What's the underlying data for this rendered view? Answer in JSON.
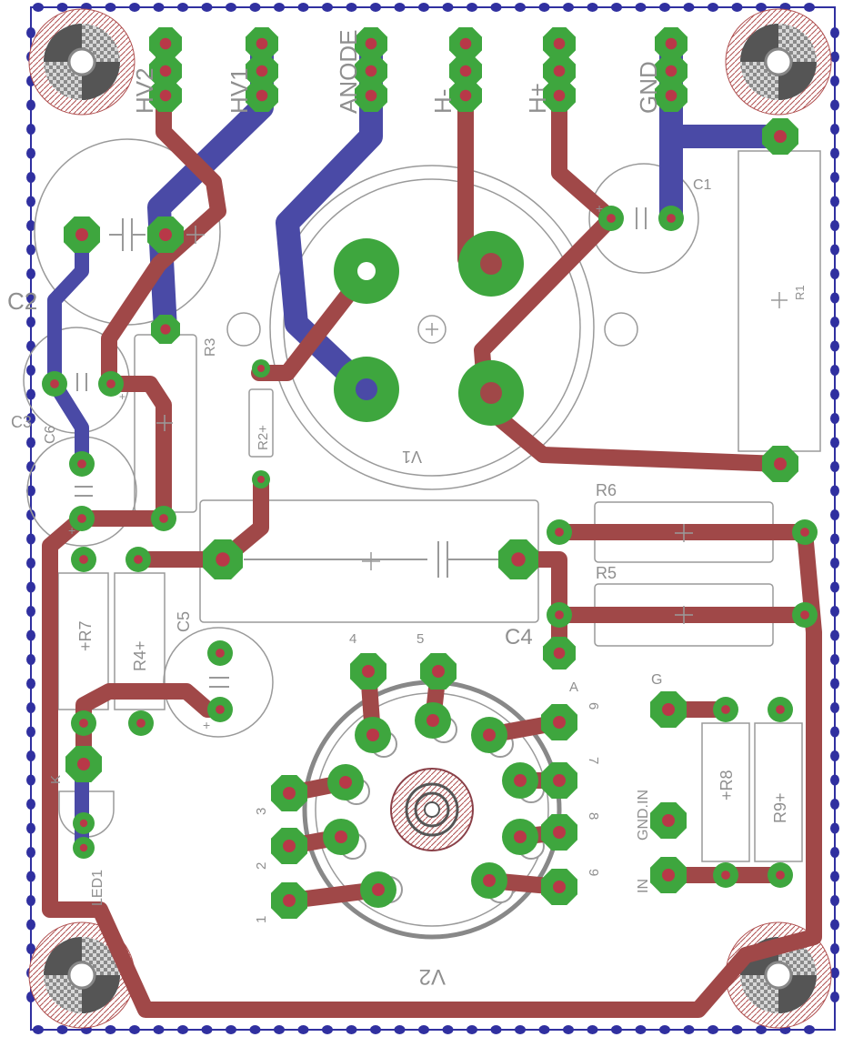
{
  "board": {
    "colors": {
      "background": "#ffffff",
      "top_trace": "#a04848",
      "bottom_trace": "#4a4aa6",
      "pad": "#3ea63e",
      "drill": "#b83848",
      "silk": "#9a9a9a",
      "outline": "#3030a0"
    },
    "connectors": {
      "hv2": "HV2",
      "hv1": "HV1",
      "anode": "ANODE",
      "h_minus": "H-",
      "h_plus": "H+",
      "gnd": "GND"
    },
    "components": {
      "c1": "C1",
      "c2": "C2",
      "c3": "C3",
      "c4": "C4",
      "c5": "C5",
      "c6": "C6",
      "r1": "R1",
      "r2": "R2+",
      "r3": "R3",
      "r4": "R4+",
      "r5": "R5",
      "r6": "R6",
      "r7": "+R7",
      "r8": "+R8",
      "r9": "R9+",
      "v1": "V1",
      "v2": "V2",
      "led1": "LED1",
      "k": "K",
      "a": "A",
      "g": "G",
      "gnd_in": "GND.IN",
      "in": "IN",
      "plus": "+"
    },
    "v2_pins": [
      "1",
      "2",
      "3",
      "4",
      "5",
      "6",
      "7",
      "8",
      "9"
    ]
  }
}
